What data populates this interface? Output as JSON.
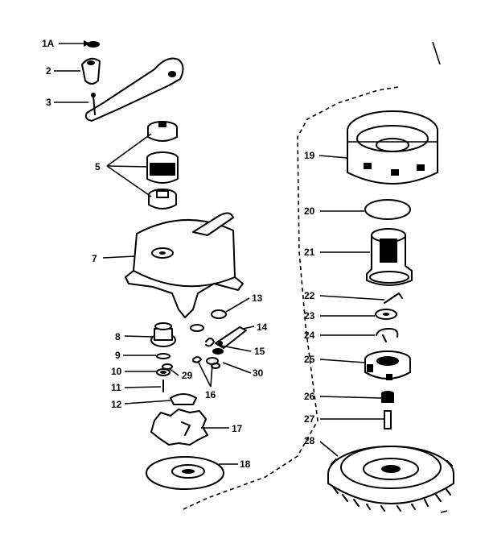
{
  "labels": {
    "p1a": "1A",
    "p2": "2",
    "p3": "3",
    "p5": "5",
    "p7": "7",
    "p8": "8",
    "p9": "9",
    "p10": "10",
    "p11": "11",
    "p12": "12",
    "p13": "13",
    "p14": "14",
    "p15": "15",
    "p16": "16",
    "p17": "17",
    "p18": "18",
    "p19": "19",
    "p20": "20",
    "p21": "21",
    "p22": "22",
    "p23": "23",
    "p24": "24",
    "p25": "25",
    "p26": "26",
    "p27": "27",
    "p28": "28",
    "p29": "29",
    "p30": "30"
  }
}
